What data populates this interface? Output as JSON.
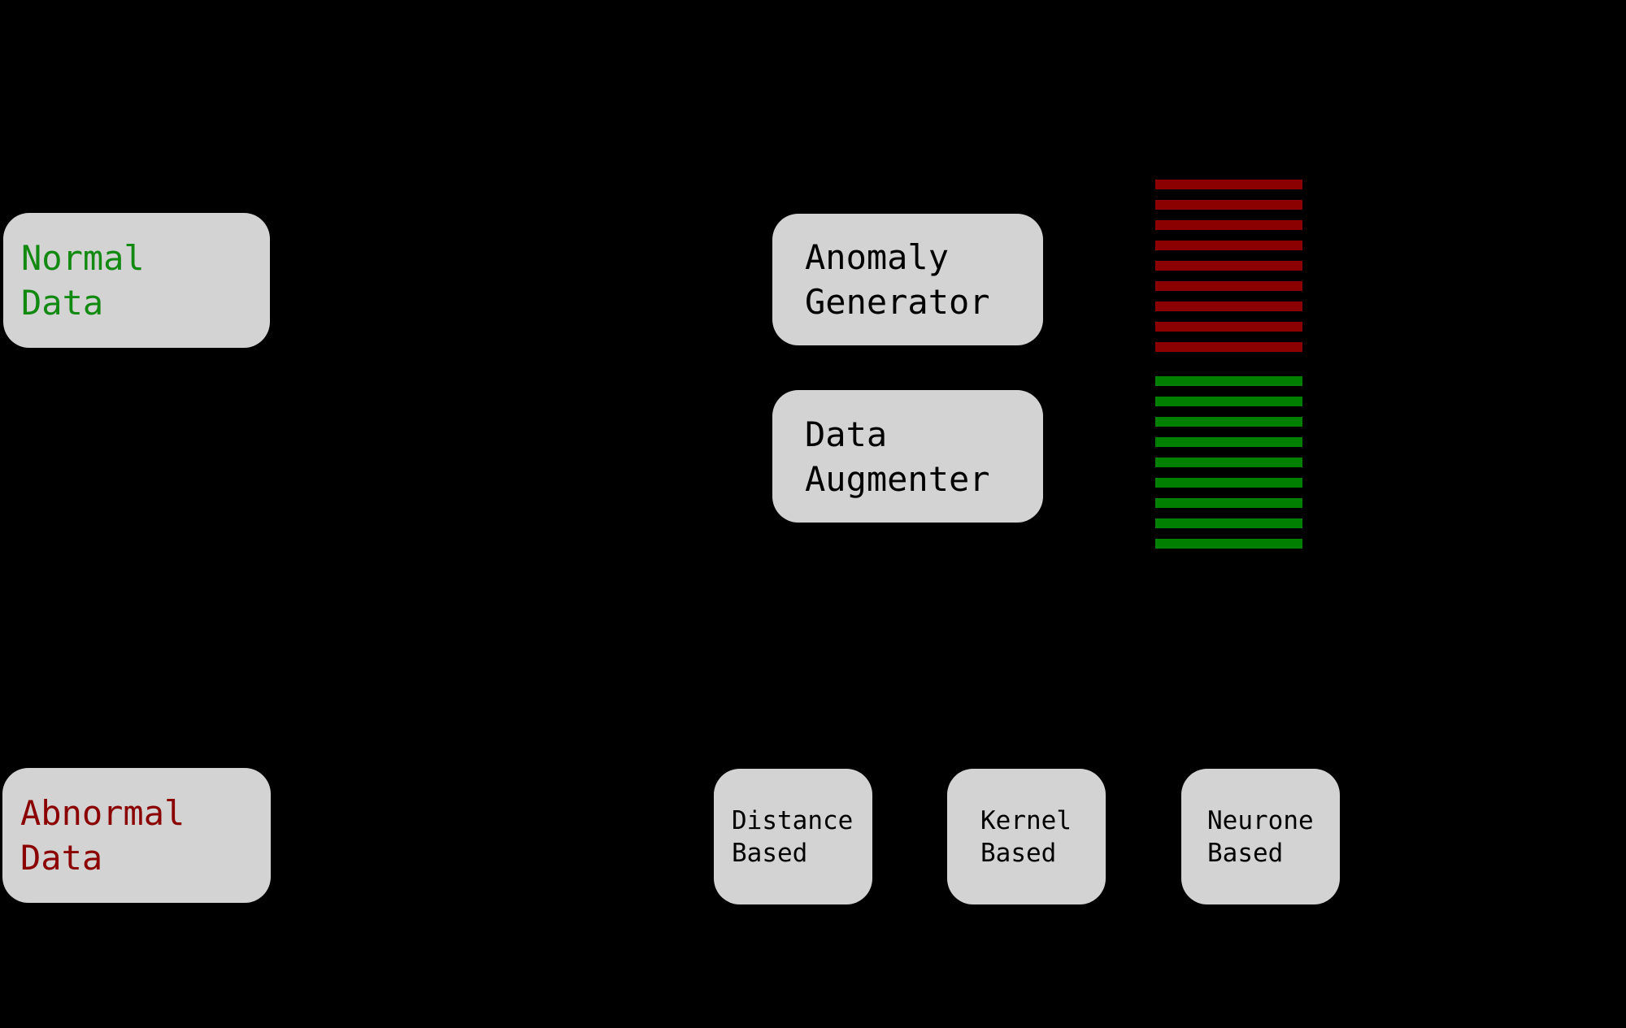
{
  "diagram": {
    "background_color": "#000000",
    "box_fill_color": "#d3d3d3",
    "nodes": {
      "normal_data": {
        "line1": "Normal",
        "line2": "Data",
        "text_color": "#128a12"
      },
      "anomaly_generator": {
        "line1": "Anomaly",
        "line2": "Generator",
        "text_color": "#000000"
      },
      "data_augmenter": {
        "line1": "Data",
        "line2": "Augmenter",
        "text_color": "#000000"
      },
      "abnormal_data": {
        "line1": "Abnormal",
        "line2": "Data",
        "text_color": "#8b0000"
      },
      "distance_based": {
        "line1": "Distance",
        "line2": "Based",
        "text_color": "#000000"
      },
      "kernel_based": {
        "line1": "Kernel",
        "line2": "Based",
        "text_color": "#000000"
      },
      "neurone_based": {
        "line1": "Neurone",
        "line2": "Based",
        "text_color": "#000000"
      }
    },
    "stripe_blocks": [
      {
        "id": "anomalous-sample-stripes",
        "color": "#8b0000",
        "count": 9
      },
      {
        "id": "normal-sample-stripes",
        "color": "#007f00",
        "count": 9
      }
    ]
  }
}
